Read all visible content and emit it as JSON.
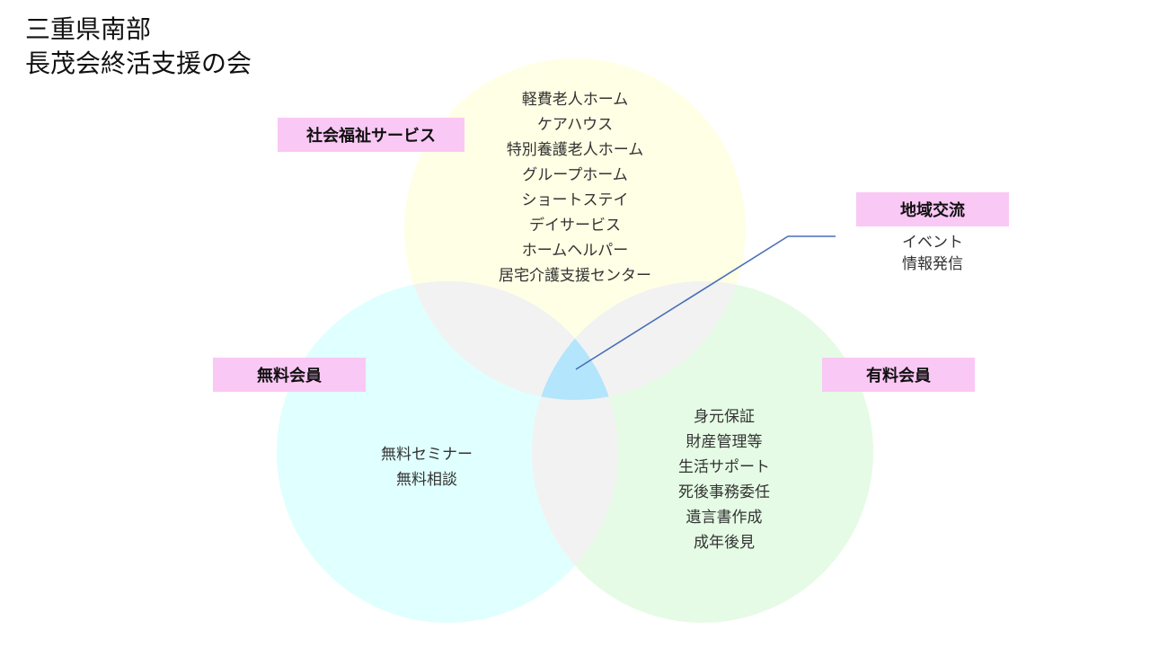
{
  "title": {
    "line1": "三重県南部",
    "line2": "長茂会終活支援の会"
  },
  "colors": {
    "top_circle": "#ffffe5",
    "left_circle": "#e0ffff",
    "right_circle": "#e5fbe5",
    "pair_overlap": "#f2f2f2",
    "center_overlap": "#b3e5fc",
    "label_bg": "#fac8f5",
    "callout_line": "#4a6fb5"
  },
  "labels": {
    "social_welfare": "社会福祉サービス",
    "free_member": "無料会員",
    "paid_member": "有料会員",
    "community": "地域交流"
  },
  "social_welfare_items": [
    "軽費老人ホーム",
    "ケアハウス",
    "特別養護老人ホーム",
    "グループホーム",
    "ショートステイ",
    "デイサービス",
    "ホームヘルパー",
    "居宅介護支援センター"
  ],
  "free_member_items": [
    "無料セミナー",
    "無料相談"
  ],
  "paid_member_items": [
    "身元保証",
    "財産管理等",
    "生活サポート",
    "死後事務委任",
    "遺言書作成",
    "成年後見"
  ],
  "community_items": [
    "イベント",
    "情報発信"
  ]
}
